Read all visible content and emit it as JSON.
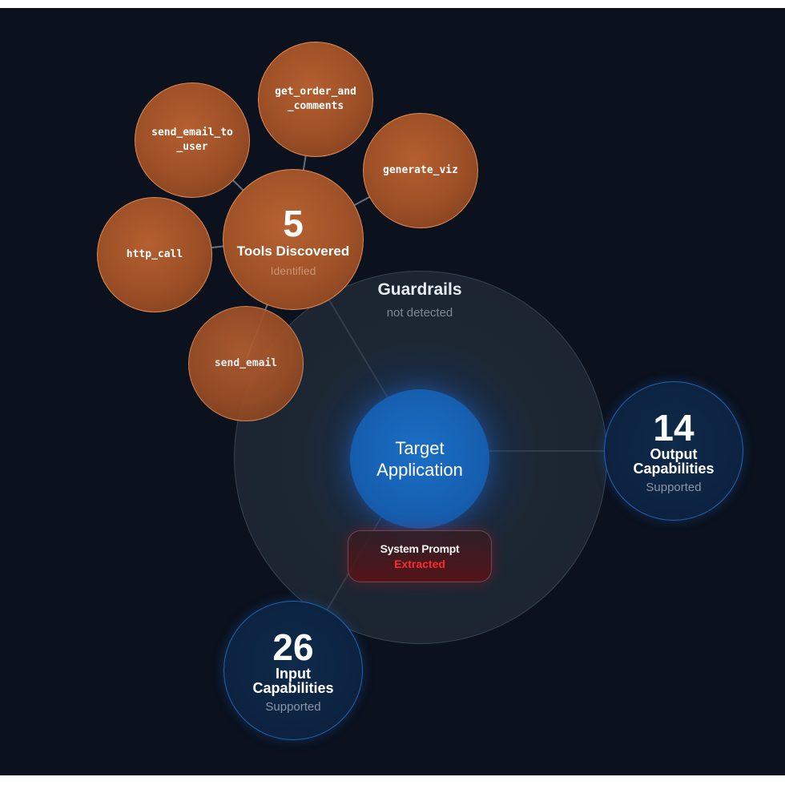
{
  "target": {
    "line1": "Target",
    "line2": "Application"
  },
  "guardrails": {
    "title": "Guardrails",
    "status": "not detected"
  },
  "system_prompt": {
    "title": "System Prompt",
    "status": "Extracted"
  },
  "tools": {
    "count": "5",
    "label": "Tools Discovered",
    "status": "Identified",
    "items": [
      "get_order_and\n_comments",
      "send_email_to\n_user",
      "generate_viz",
      "http_call",
      "send_email"
    ]
  },
  "output_capabilities": {
    "count": "14",
    "line1": "Output",
    "line2": "Capabilities",
    "status": "Supported"
  },
  "input_capabilities": {
    "count": "26",
    "line1": "Input",
    "line2": "Capabilities",
    "status": "Supported"
  },
  "colors": {
    "background": "#0b111d",
    "tool_fill": "#9c4f26",
    "tool_border": "#e08a55",
    "target_fill": "#155cab",
    "capability_border": "#1e64b4",
    "extracted_status": "#ff2a2a"
  }
}
